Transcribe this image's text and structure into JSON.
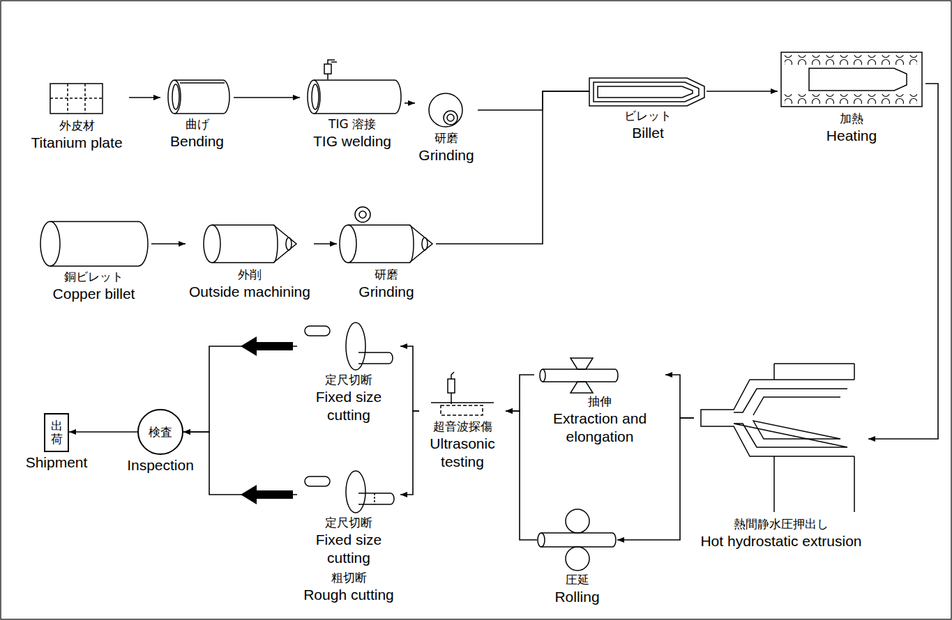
{
  "diagram": {
    "nodes": [
      {
        "text": [
          "外皮材",
          "Titanium plate"
        ]
      },
      {
        "text": [
          "曲げ",
          "Bending"
        ]
      },
      {
        "text": [
          "TIG 溶接",
          "TIG welding"
        ]
      },
      {
        "text": [
          "研磨",
          "Grinding"
        ]
      },
      {
        "text": [
          "ビレット",
          "Billet"
        ]
      },
      {
        "text": [
          "加熱",
          "Heating"
        ]
      },
      {
        "text": [
          "銅ビレット",
          "Copper billet"
        ]
      },
      {
        "text": [
          "外削",
          "Outside machining"
        ]
      },
      {
        "text": [
          "研磨",
          "Grinding"
        ]
      },
      {
        "text": [
          "熱間静水圧押出し",
          "Hot hydrostatic extrusion"
        ]
      },
      {
        "text": [
          "抽伸",
          "Extraction and elongation"
        ]
      },
      {
        "text": [
          "圧延",
          "Rolling"
        ]
      },
      {
        "text": [
          "超音波探傷",
          "Ultrasonic testing"
        ]
      },
      {
        "text": [
          "定尺切断",
          "Fixed size cutting"
        ]
      },
      {
        "text": [
          "定尺切断",
          "Fixed size cutting",
          "粗切断",
          "Rough cutting"
        ]
      },
      {
        "text": [
          "検査",
          "Inspection"
        ]
      },
      {
        "text": [
          "出荷",
          "Shipment"
        ]
      }
    ],
    "edges": [
      {
        "from": 0,
        "to": 1,
        "arrow": "to"
      },
      {
        "from": 1,
        "to": 2,
        "arrow": "to"
      },
      {
        "from": 2,
        "to": 3,
        "arrow": "to"
      },
      {
        "from": 3,
        "to": 4,
        "arrow": "none"
      },
      {
        "from": 8,
        "to": 4,
        "arrow": "none"
      },
      {
        "from": 6,
        "to": 7,
        "arrow": "to"
      },
      {
        "from": 7,
        "to": 8,
        "arrow": "to"
      },
      {
        "from": 4,
        "to": 5,
        "arrow": "to"
      },
      {
        "from": 5,
        "to": 9,
        "arrow": "to"
      },
      {
        "from": 9,
        "to": 10,
        "arrow": "to"
      },
      {
        "from": 9,
        "to": 11,
        "arrow": "to"
      },
      {
        "from": 10,
        "to": 12,
        "arrow": "to"
      },
      {
        "from": 11,
        "to": 12,
        "arrow": "to"
      },
      {
        "from": 12,
        "to": 13,
        "arrow": "to"
      },
      {
        "from": 12,
        "to": 14,
        "arrow": "to"
      },
      {
        "from": 13,
        "to": 15,
        "arrow": "to"
      },
      {
        "from": 14,
        "to": 15,
        "arrow": "to"
      },
      {
        "from": 15,
        "to": 16,
        "arrow": "to"
      }
    ]
  }
}
